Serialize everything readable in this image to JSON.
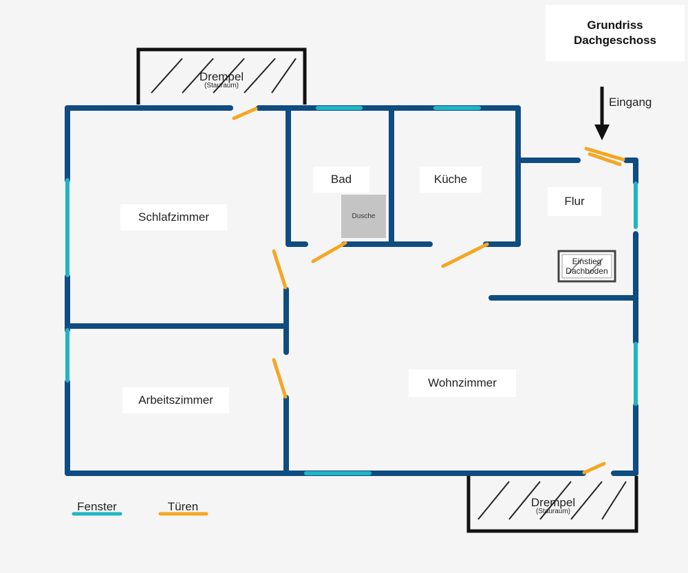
{
  "title": {
    "line1": "Grundriss",
    "line2": "Dachgeschoss"
  },
  "rooms": {
    "schlafzimmer": "Schlafzimmer",
    "arbeitszimmer": "Arbeitszimmer",
    "bad": "Bad",
    "kueche": "Küche",
    "flur": "Flur",
    "wohnzimmer": "Wohnzimmer"
  },
  "fixtures": {
    "dusche": "Dusche",
    "einstieg_line1": "Einstieg",
    "einstieg_line2": "Dachboden"
  },
  "drempel_top": {
    "label": "Drempel",
    "sub": "(Stauraum)"
  },
  "drempel_bottom": {
    "label": "Drempel",
    "sub": "(Stauraum)"
  },
  "entrance": {
    "label": "Eingang"
  },
  "legend": {
    "windows": "Fenster",
    "doors": "Türen"
  },
  "colors": {
    "wall": "#0f4c81",
    "window": "#1fb5c4",
    "door": "#f5a623",
    "drempel_frame": "#111111",
    "background": "#f5f5f5"
  }
}
